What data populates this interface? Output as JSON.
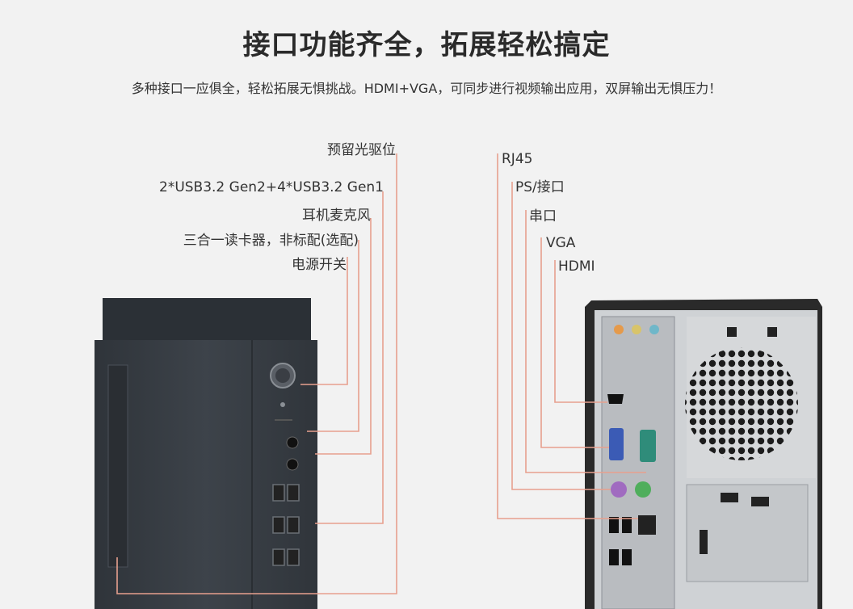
{
  "heading": {
    "title": "接口功能齐全，拓展轻松搞定",
    "subtitle": "多种接口一应俱全，轻松拓展无惧挑战。HDMI+VGA，可同步进行视频输出应用，双屏输出无惧压力！"
  },
  "front_labels": {
    "optical_drive": "预留光驱位",
    "usb": "2*USB3.2 Gen2+4*USB3.2 Gen1",
    "audio": "耳机麦克风",
    "card_reader": "三合一读卡器，非标配(选配)",
    "power": "电源开关"
  },
  "rear_labels": {
    "rj45": "RJ45",
    "ps2": "PS/接口",
    "serial": "串口",
    "vga": "VGA",
    "hdmi": "HDMI"
  },
  "colors": {
    "leader_line": "#e7a08e",
    "front_case": "#3a3f45",
    "rear_chassis": "#cfd2d5"
  }
}
